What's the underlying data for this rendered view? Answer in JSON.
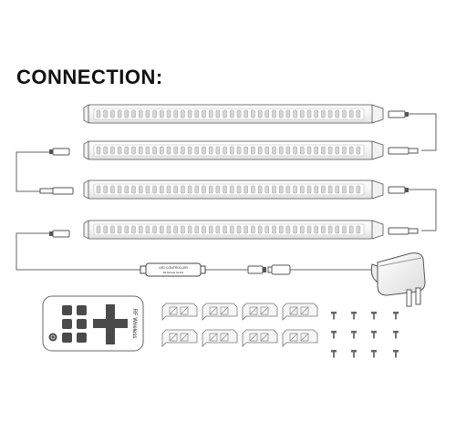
{
  "title": "CONNECTION:",
  "controller_label": "LED CONTROLLER",
  "controller_sublabel": "RF Remote Control",
  "remote_label": "RF Wireless",
  "colors": {
    "outline": "#777777",
    "wire": "#666666",
    "led_fill": "#d7d7d7",
    "remote_button": "#4a4a4a",
    "text": "#111111"
  },
  "counts": {
    "light_bars": 4,
    "clips": 8,
    "screws": 12
  }
}
